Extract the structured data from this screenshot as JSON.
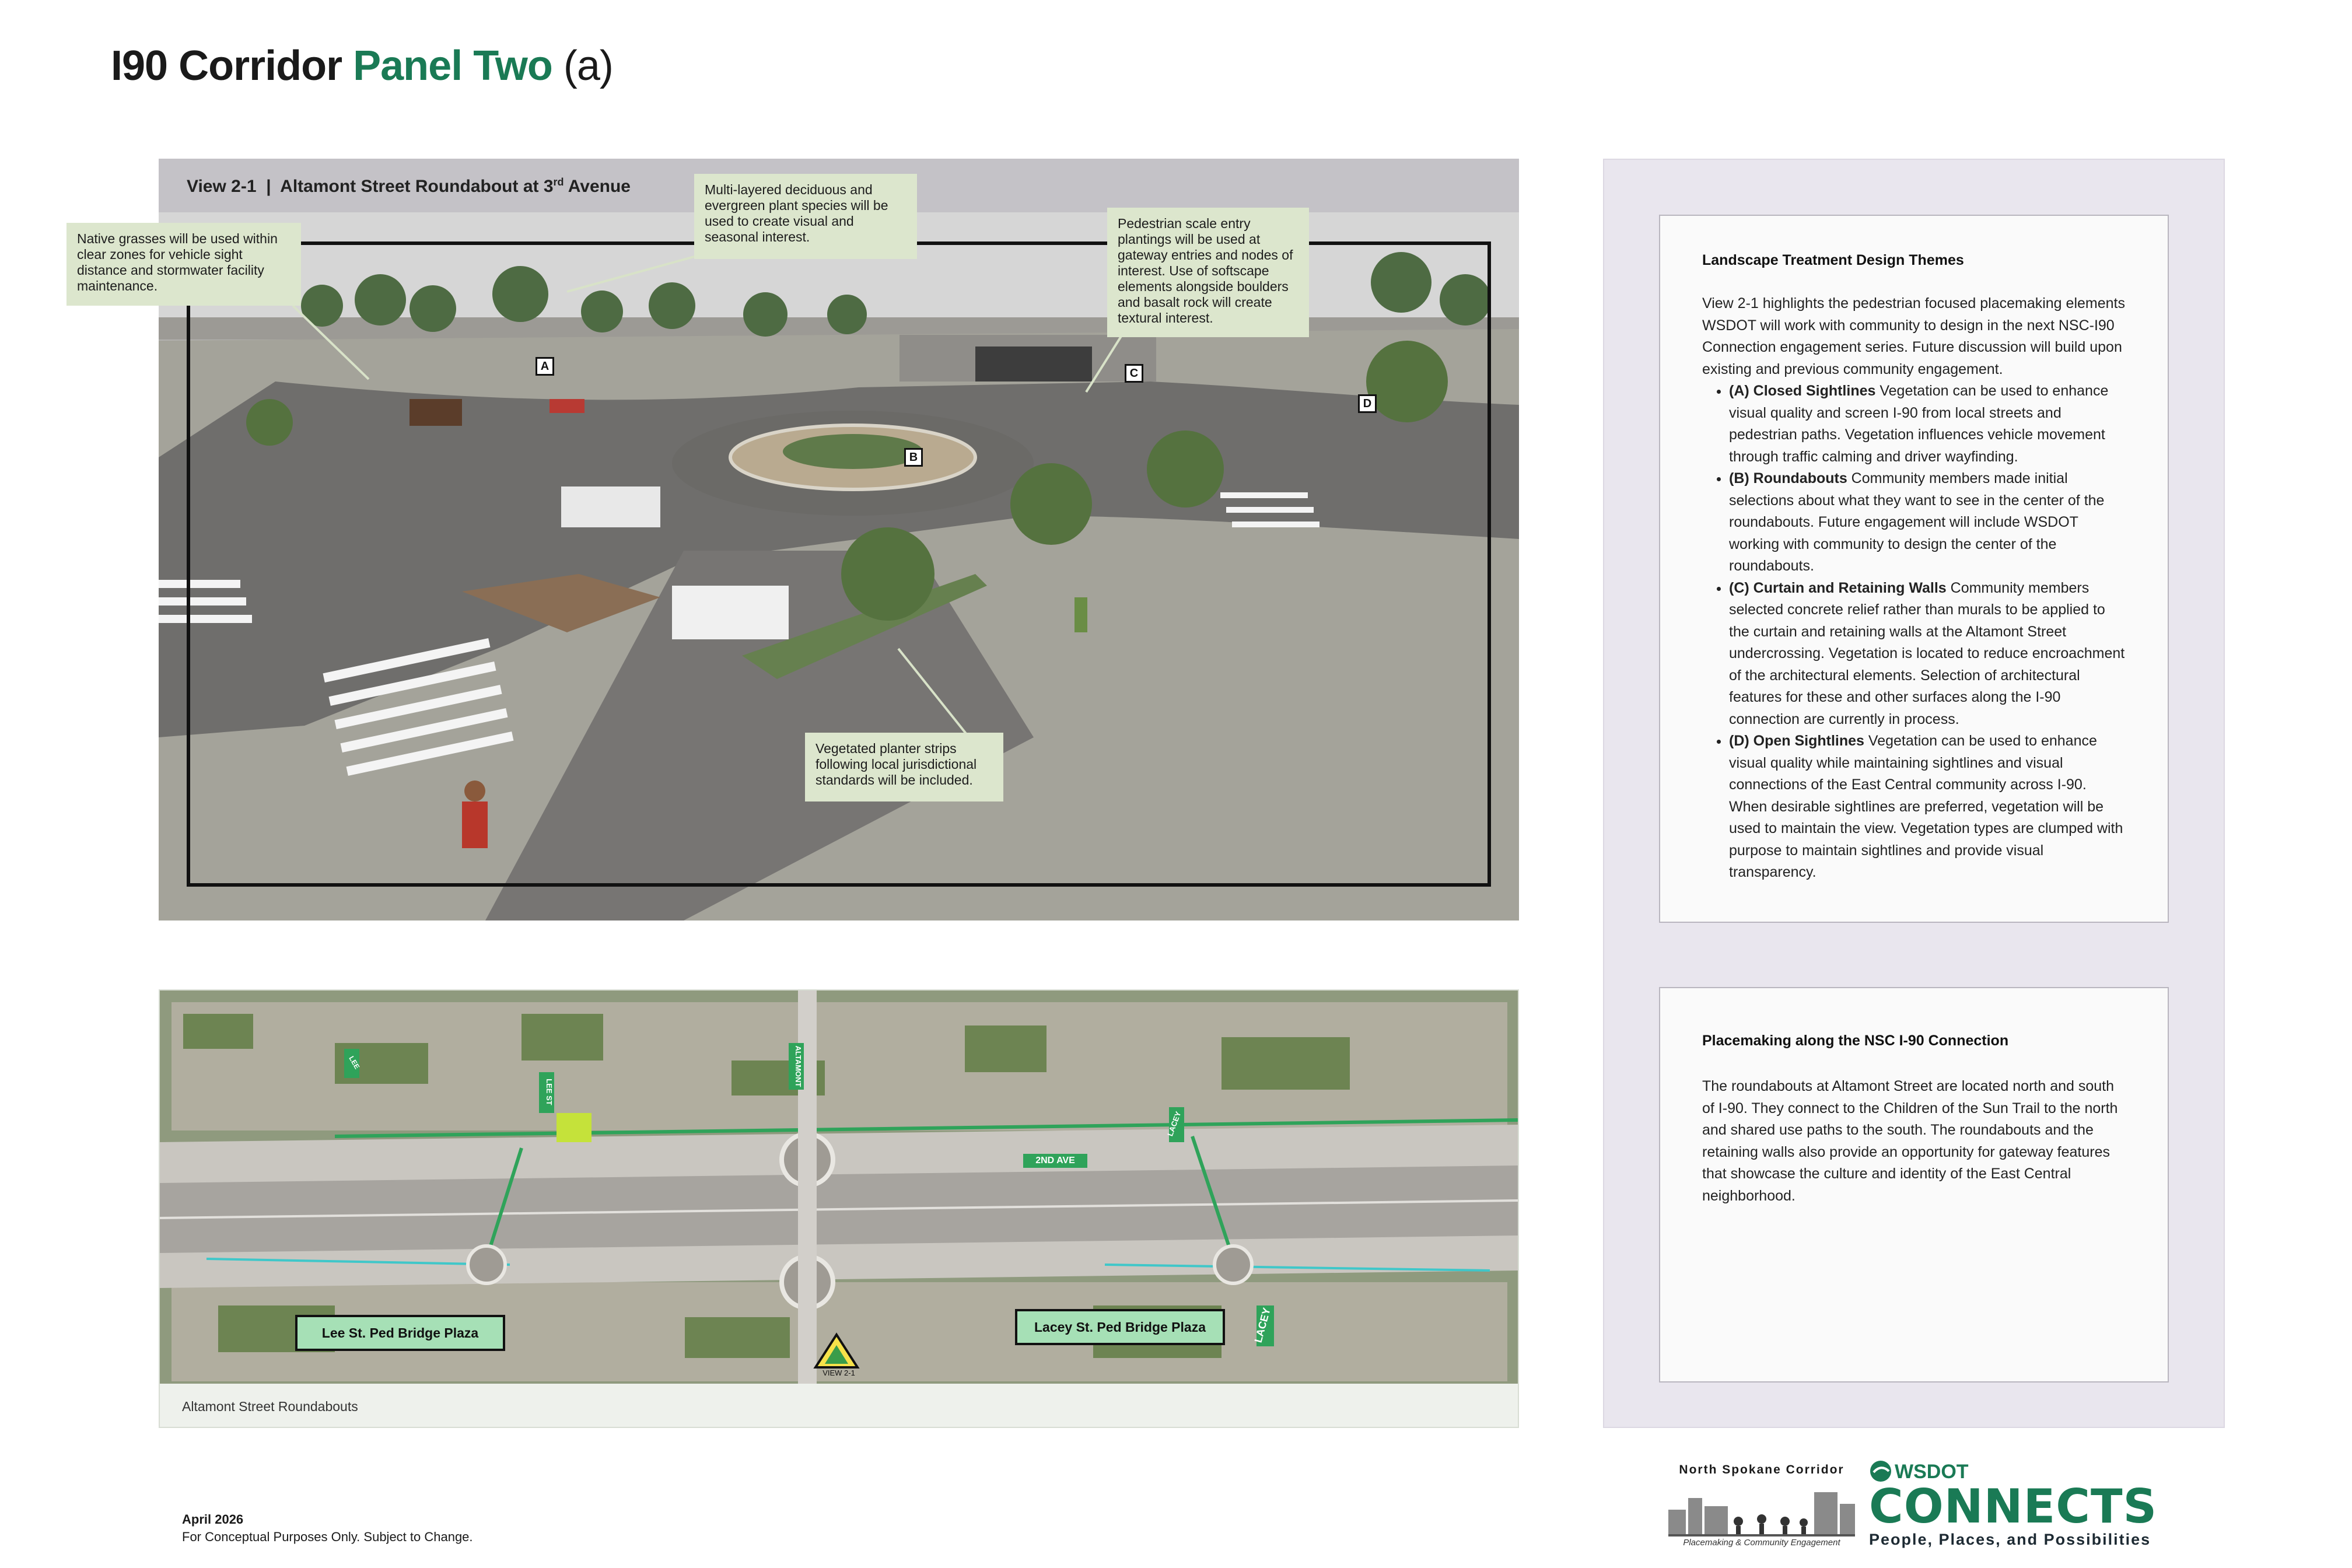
{
  "title": {
    "main": "I90 Corridor",
    "accent": "Panel Two",
    "suffix": "(a)"
  },
  "render": {
    "view_label": "View 2-1",
    "separator": "|",
    "location": "Altamont Street Roundabout at 3",
    "location_sup": "rd",
    "location_end": " Avenue",
    "callouts": {
      "native_grasses": "Native grasses will be used within clear zones for vehicle sight distance and stormwater facility maintenance.",
      "multi_layered": "Multi-layered deciduous and evergreen plant species will be used to create visual and seasonal interest.",
      "pedestrian_scale": "Pedestrian scale entry plantings will be used at gateway entries and nodes of interest. Use of softscape elements alongside boulders and basalt rock will create textural interest.",
      "planter_strips": "Vegetated planter strips following local jurisdictional standards will be included."
    },
    "markers": {
      "a": "A",
      "b": "B",
      "c": "C",
      "d": "D"
    }
  },
  "aerial": {
    "caption": "Altamont Street Roundabouts",
    "lee_plaza": "Lee St. Ped Bridge Plaza",
    "lacey_plaza": "Lacey St. Ped Bridge Plaza",
    "street_2nd_ave": "2ND AVE",
    "street_altamont": "ALTAMONT",
    "street_lee": "LEE ST",
    "street_lacey": "LACEY",
    "street_lacey2": "LACEY",
    "street_small": "LEE",
    "view_tag": "VIEW 2-1"
  },
  "themes": {
    "title": "Landscape Treatment Design Themes",
    "intro": "View 2-1 highlights the pedestrian focused placemaking elements WSDOT will work with community to design in the next NSC-I90 Connection engagement series. Future discussion will build upon existing and previous community engagement.",
    "items": [
      {
        "label": "(A) Closed Sightlines",
        "text": " Vegetation can be used to enhance visual quality and screen I-90 from local streets and pedestrian paths. Vegetation influences vehicle movement through traffic calming and driver wayfinding."
      },
      {
        "label": "(B) Roundabouts",
        "text": " Community members made initial selections about what they want to see in the center of the roundabouts. Future engagement will include WSDOT working with community to design the center of the roundabouts."
      },
      {
        "label": "(C) Curtain and Retaining Walls",
        "text": " Community members selected concrete relief rather than murals to be applied to the curtain and retaining walls at the Altamont Street undercrossing. Vegetation is located to reduce encroachment of the architectural elements. Selection of architectural features for these and other surfaces along the I-90 connection are currently in process."
      },
      {
        "label": "(D) Open Sightlines",
        "text": " Vegetation can be used to enhance visual quality while maintaining sightlines and visual connections of the East Central community across I-90. When desirable sightlines are preferred, vegetation will be used to maintain the view. Vegetation types are clumped with purpose to maintain sightlines and provide visual transparency."
      }
    ]
  },
  "placemaking": {
    "title": "Placemaking along the NSC I-90 Connection",
    "body": "The roundabouts at Altamont Street are located north and south of I-90. They connect to the Children of the Sun Trail to the north and shared use paths to the south. The roundabouts and the retaining walls also provide an opportunity for gateway features that showcase the culture and identity of the East Central neighborhood."
  },
  "footer": {
    "date": "April 2026",
    "disclaimer": "For Conceptual Purposes Only. Subject to Change."
  },
  "logos": {
    "nsc_name": "North Spokane Corridor",
    "nsc_tagline": "Placemaking & Community Engagement",
    "wsdot": "WSDOT",
    "connects": "CONNECTS",
    "wsdot_tagline": "People, Places, and Possibilities"
  },
  "colors": {
    "accent_green": "#1a7a55",
    "callout_bg": "#dce6cd",
    "plaza_label_bg": "#a6e0b6",
    "side_panel_bg": "#e9e6ee"
  }
}
